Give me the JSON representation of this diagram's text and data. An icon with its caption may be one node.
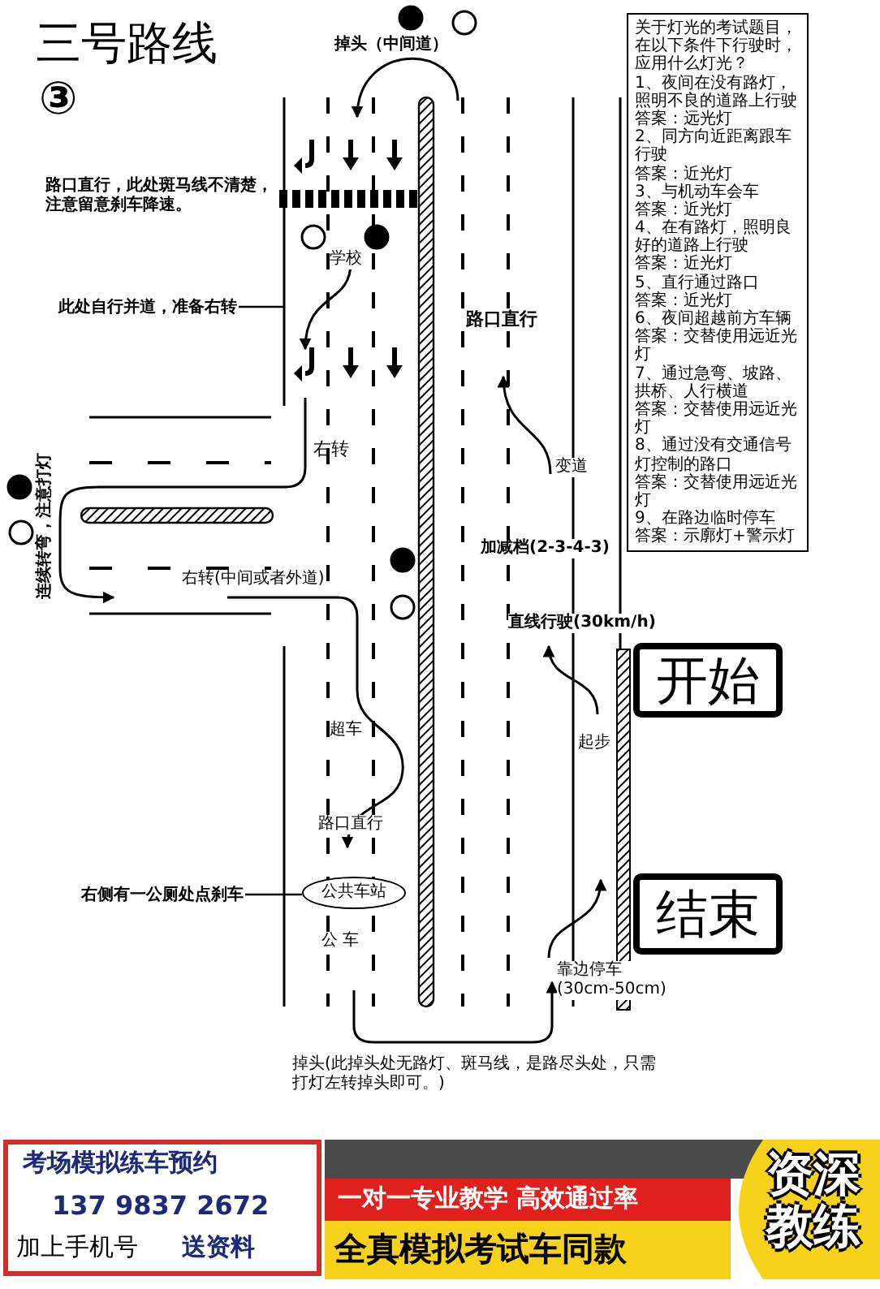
{
  "diagram": {
    "title": "三号路线",
    "nodes": [
      {
        "text": [
          "关于灯光的考试题目，在以下条件下行驶时，应用什么灯光？",
          "1、夜间在没有路灯，照明不良的道路上行驶",
          "答案：远光灯",
          "2、同方向近距离跟车行驶",
          "答案：近光灯",
          "3、与机动车会车",
          "答案：近光灯",
          "4、在有路灯，照明良好的道路上行驶",
          "答案：近光灯",
          "5、直行通过路口",
          "答案：近光灯",
          "6、夜间超越前方车辆",
          "答案：交替使用远近光灯",
          "7、通过急弯、坡路、拱桥、人行横道",
          "答案：交替使用远近光灯",
          "8、通过没有交通信号灯控制的路口",
          "答案：交替使用远近光灯",
          "9、在路边临时停车",
          "答案：示廓灯+警示灯"
        ]
      },
      {
        "text": [
          "开始"
        ]
      },
      {
        "text": [
          "结束"
        ]
      },
      {
        "text": [
          "公共车站"
        ]
      },
      {
        "text": [
          "右侧有一公厕处点刹车"
        ]
      },
      {
        "text": [
          "此处自行并道，准备右转"
        ]
      }
    ],
    "edges": [
      {
        "from": 4,
        "to": 3,
        "arrow": "none"
      },
      {
        "from": 5,
        "to": null,
        "arrow": "none"
      }
    ],
    "labels": [
      "③",
      "掉头（中间道）",
      "路口直行，此处斑马线不清楚，注意留意刹车降速。",
      "学校",
      "路口直行",
      "变道",
      "右转",
      "连续转弯，注意打灯",
      "加减档(2-3-4-3)",
      "右转(中间或者外道)",
      "直线行驶(30km/h)",
      "起步",
      "超车",
      "路口直行",
      "公 车",
      "靠边停车(30cm-50cm)",
      "掉头(此掉头处无路灯、斑马线，是路尽头处，只需打灯左转掉头即可。)",
      "考场模拟练车预约",
      "137 9837 2672",
      "加上手机号",
      "送资料",
      "一对一专业教学 高效通过率",
      "全真模拟考试车同款",
      "资深教练"
    ]
  }
}
